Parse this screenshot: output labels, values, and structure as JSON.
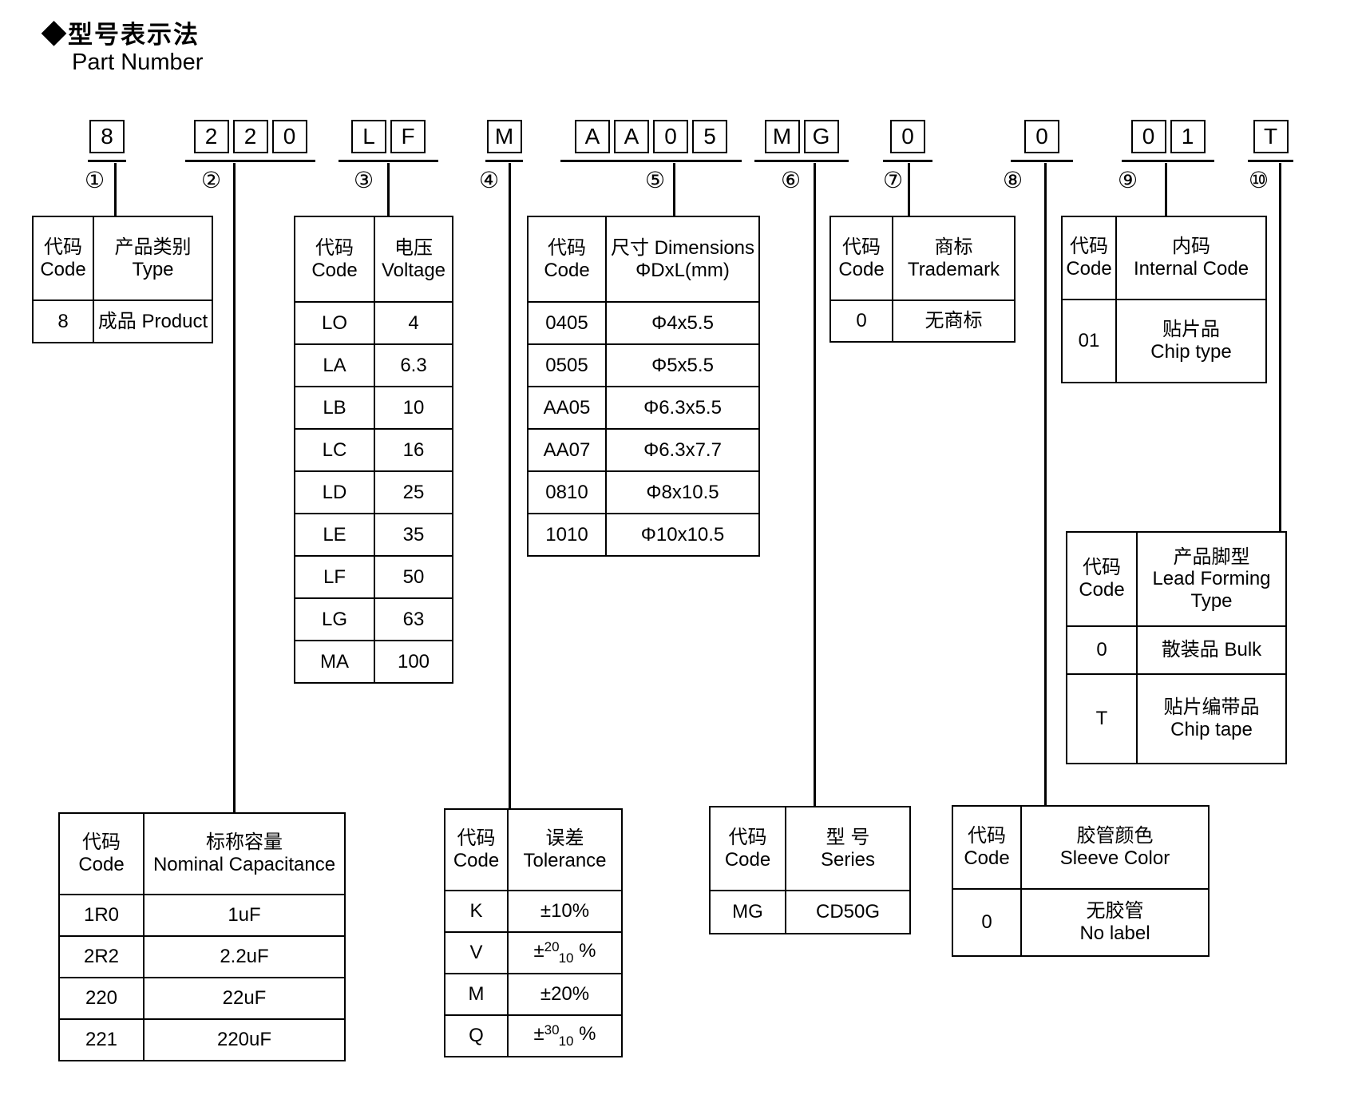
{
  "title": {
    "zh": "◆型号表示法",
    "en": "Part Number"
  },
  "colors": {
    "ink": "#000000",
    "background": "#ffffff"
  },
  "part_number_groups": [
    {
      "label": "①",
      "chars": [
        "8"
      ]
    },
    {
      "label": "②",
      "chars": [
        "2",
        "2",
        "0"
      ]
    },
    {
      "label": "③",
      "chars": [
        "L",
        "F"
      ]
    },
    {
      "label": "④",
      "chars": [
        "M"
      ]
    },
    {
      "label": "⑤",
      "chars": [
        "A",
        "A",
        "0",
        "5"
      ]
    },
    {
      "label": "⑥",
      "chars": [
        "M",
        "G"
      ]
    },
    {
      "label": "⑦",
      "chars": [
        "0"
      ]
    },
    {
      "label": "⑧",
      "chars": [
        "0"
      ]
    },
    {
      "label": "⑨",
      "chars": [
        "0",
        "1"
      ]
    },
    {
      "label": "⑩",
      "chars": [
        "T"
      ]
    }
  ],
  "tables": {
    "product_type": {
      "headers": [
        [
          "代码",
          "Code"
        ],
        [
          "产品类别",
          "Type"
        ]
      ],
      "rows": [
        [
          [
            "8"
          ],
          [
            "成品 Product"
          ]
        ]
      ]
    },
    "nominal_capacitance": {
      "headers": [
        [
          "代码",
          "Code"
        ],
        [
          "标称容量",
          "Nominal Capacitance"
        ]
      ],
      "rows": [
        [
          [
            "1R0"
          ],
          [
            "1uF"
          ]
        ],
        [
          [
            "2R2"
          ],
          [
            "2.2uF"
          ]
        ],
        [
          [
            "220"
          ],
          [
            "22uF"
          ]
        ],
        [
          [
            "221"
          ],
          [
            "220uF"
          ]
        ]
      ]
    },
    "voltage": {
      "headers": [
        [
          "代码",
          "Code"
        ],
        [
          "电压",
          "Voltage"
        ]
      ],
      "rows": [
        [
          [
            "LO"
          ],
          [
            "4"
          ]
        ],
        [
          [
            "LA"
          ],
          [
            "6.3"
          ]
        ],
        [
          [
            "LB"
          ],
          [
            "10"
          ]
        ],
        [
          [
            "LC"
          ],
          [
            "16"
          ]
        ],
        [
          [
            "LD"
          ],
          [
            "25"
          ]
        ],
        [
          [
            "LE"
          ],
          [
            "35"
          ]
        ],
        [
          [
            "LF"
          ],
          [
            "50"
          ]
        ],
        [
          [
            "LG"
          ],
          [
            "63"
          ]
        ],
        [
          [
            "MA"
          ],
          [
            "100"
          ]
        ]
      ]
    },
    "tolerance": {
      "headers": [
        [
          "代码",
          "Code"
        ],
        [
          "误差",
          "Tolerance"
        ]
      ],
      "rows": [
        [
          [
            "K"
          ],
          [
            "±10%"
          ]
        ],
        [
          [
            "V"
          ],
          [
            {
              "pre": "±",
              "sup": "20",
              "sub": "10",
              "post": "%"
            }
          ]
        ],
        [
          [
            "M"
          ],
          [
            "±20%"
          ]
        ],
        [
          [
            "Q"
          ],
          [
            {
              "pre": "±",
              "sup": "30",
              "sub": "10",
              "post": "%"
            }
          ]
        ]
      ]
    },
    "dimensions": {
      "headers": [
        [
          "代码",
          "Code"
        ],
        [
          "尺寸 Dimensions",
          "ΦDxL(mm)"
        ]
      ],
      "rows": [
        [
          [
            "0405"
          ],
          [
            "Φ4x5.5"
          ]
        ],
        [
          [
            "0505"
          ],
          [
            "Φ5x5.5"
          ]
        ],
        [
          [
            "AA05"
          ],
          [
            "Φ6.3x5.5"
          ]
        ],
        [
          [
            "AA07"
          ],
          [
            "Φ6.3x7.7"
          ]
        ],
        [
          [
            "0810"
          ],
          [
            "Φ8x10.5"
          ]
        ],
        [
          [
            "1010"
          ],
          [
            "Φ10x10.5"
          ]
        ]
      ]
    },
    "series": {
      "headers": [
        [
          "代码",
          "Code"
        ],
        [
          "型 号",
          "Series"
        ]
      ],
      "rows": [
        [
          [
            "MG"
          ],
          [
            "CD50G"
          ]
        ]
      ]
    },
    "trademark": {
      "headers": [
        [
          "代码",
          "Code"
        ],
        [
          "商标",
          "Trademark"
        ]
      ],
      "rows": [
        [
          [
            "0"
          ],
          [
            "无商标"
          ]
        ]
      ]
    },
    "sleeve_color": {
      "headers": [
        [
          "代码",
          "Code"
        ],
        [
          "胶管颜色",
          "Sleeve Color"
        ]
      ],
      "rows": [
        [
          [
            "0"
          ],
          [
            "无胶管",
            "No label"
          ]
        ]
      ]
    },
    "internal_code": {
      "headers": [
        [
          "代码",
          "Code"
        ],
        [
          "内码",
          "Internal Code"
        ]
      ],
      "rows": [
        [
          [
            "01"
          ],
          [
            "贴片品",
            "Chip type"
          ]
        ]
      ]
    },
    "lead_forming": {
      "headers": [
        [
          "代码",
          "Code"
        ],
        [
          "产品脚型",
          "Lead Forming",
          "Type"
        ]
      ],
      "rows": [
        [
          [
            "0"
          ],
          [
            "散装品 Bulk"
          ]
        ],
        [
          [
            "T"
          ],
          [
            "贴片编带品",
            "Chip tape"
          ]
        ]
      ]
    }
  }
}
